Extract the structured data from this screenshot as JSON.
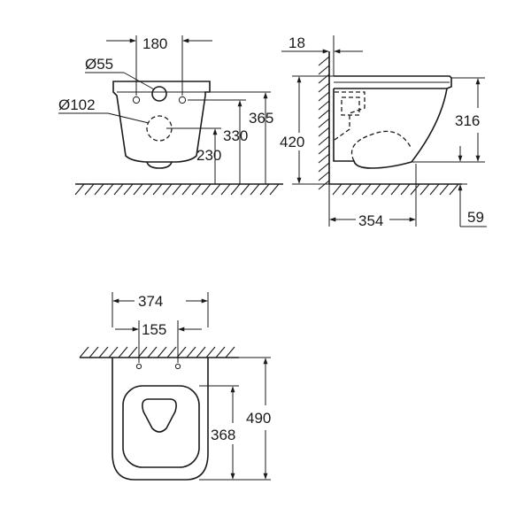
{
  "front_view": {
    "spacing_180": "180",
    "diameter_55": "Ø55",
    "diameter_102": "Ø102",
    "height_365": "365",
    "height_330": "330",
    "height_230": "230"
  },
  "side_view": {
    "wall_18": "18",
    "height_420": "420",
    "height_316": "316",
    "depth_354": "354",
    "offset_59": "59"
  },
  "top_view": {
    "width_374": "374",
    "spacing_155": "155",
    "length_490": "490",
    "length_368": "368"
  }
}
